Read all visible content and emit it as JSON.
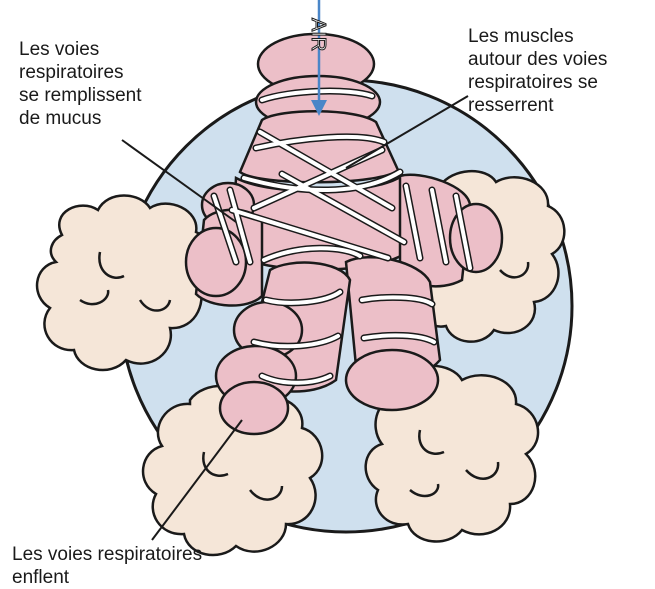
{
  "labels": {
    "mucus": "Les voies\nrespiratoires\nse remplissent\nde mucus",
    "muscles": "Les muscles\nautour des voies\nrespiratoires se\nresserrent",
    "swelling": "Les voies respiratoires\n enflent"
  },
  "air_label": "AIR",
  "colors": {
    "background_circle": "#cfe0ee",
    "airway_fill": "#ecbfc8",
    "alveoli_fill": "#f5e6d8",
    "muscle_band": "#ffffff",
    "outline": "#1a1a1a",
    "air_arrow": "#4a86c8"
  }
}
